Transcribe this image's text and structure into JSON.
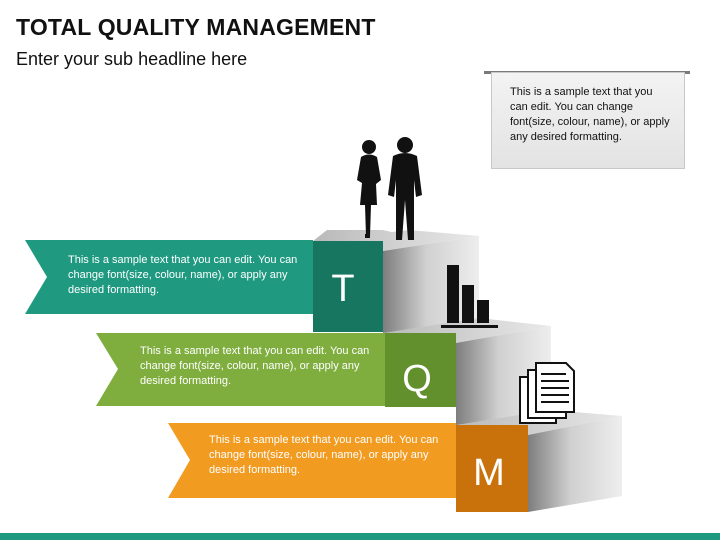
{
  "header": {
    "title": "TOTAL QUALITY MANAGEMENT",
    "subtitle": "Enter your sub headline here"
  },
  "note": {
    "text": "This is a sample text that you can edit. You can change font(size, colour, name), or apply any desired formatting."
  },
  "steps": [
    {
      "letter": "T",
      "text": "This is a sample text that you can edit. You can change font(size, colour, name), or apply any desired formatting.",
      "color": "#1f9a80",
      "dark": "#17765f"
    },
    {
      "letter": "Q",
      "text": "This is a sample text that you can edit. You can change font(size, colour, name), or apply any desired formatting.",
      "color": "#7fae3f",
      "dark": "#62902c"
    },
    {
      "letter": "M",
      "text": "This is a sample text that you can edit. You can change font(size, colour, name), or apply any desired formatting.",
      "color": "#f29b21",
      "dark": "#c9720c"
    }
  ],
  "icons": [
    "people-icon",
    "bar-chart-icon",
    "documents-icon"
  ],
  "colors": {
    "footer": "#1f9a80"
  }
}
